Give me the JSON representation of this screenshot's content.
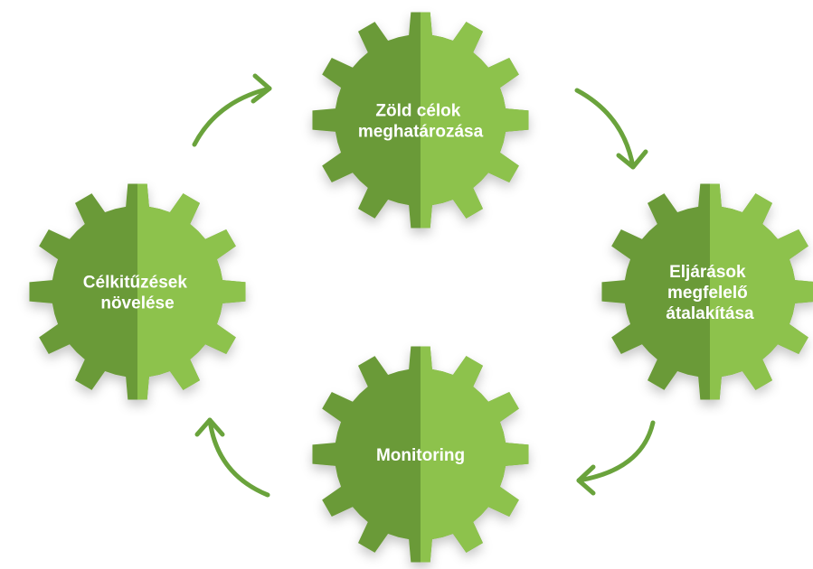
{
  "colors": {
    "gear_dark": "#6a9a38",
    "gear_light": "#8dc24c",
    "arrow": "#6aa33c",
    "label": "#ffffff",
    "background": "#ffffff"
  },
  "gears": [
    {
      "id": "top",
      "lines": [
        "Zöld célok",
        "meghatározása"
      ]
    },
    {
      "id": "right",
      "lines": [
        "Eljárások",
        "megfelelő",
        "átalakítása"
      ]
    },
    {
      "id": "bottom",
      "lines": [
        "Monitoring"
      ]
    },
    {
      "id": "left",
      "lines": [
        "Célkitűzések",
        "növelése"
      ]
    }
  ],
  "arrows": [
    {
      "from": "top",
      "to": "right"
    },
    {
      "from": "right",
      "to": "bottom"
    },
    {
      "from": "bottom",
      "to": "left"
    },
    {
      "from": "left",
      "to": "top"
    }
  ]
}
